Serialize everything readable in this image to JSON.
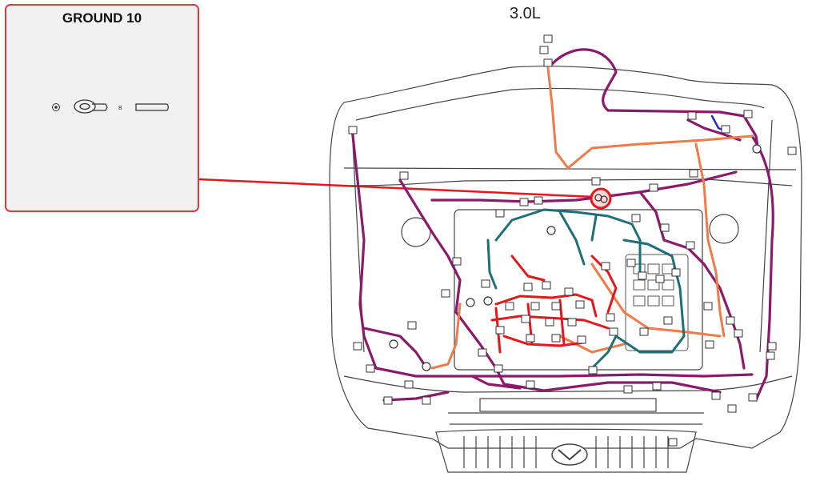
{
  "callout": {
    "title": "GROUND 10",
    "part_marker": "B",
    "border_color": "#e23a3a"
  },
  "diagram": {
    "engine_label": "3.0L",
    "harness_colors": {
      "purple": "#8b1a6b",
      "orange": "#f07a4a",
      "red": "#e8161a",
      "teal": "#1f6f78",
      "blue": "#2a2ac0"
    },
    "icons": [
      "ground-terminal-icon",
      "ground-bolt-icon",
      "ground-location-marker-icon",
      "vehicle-logo-icon"
    ]
  }
}
